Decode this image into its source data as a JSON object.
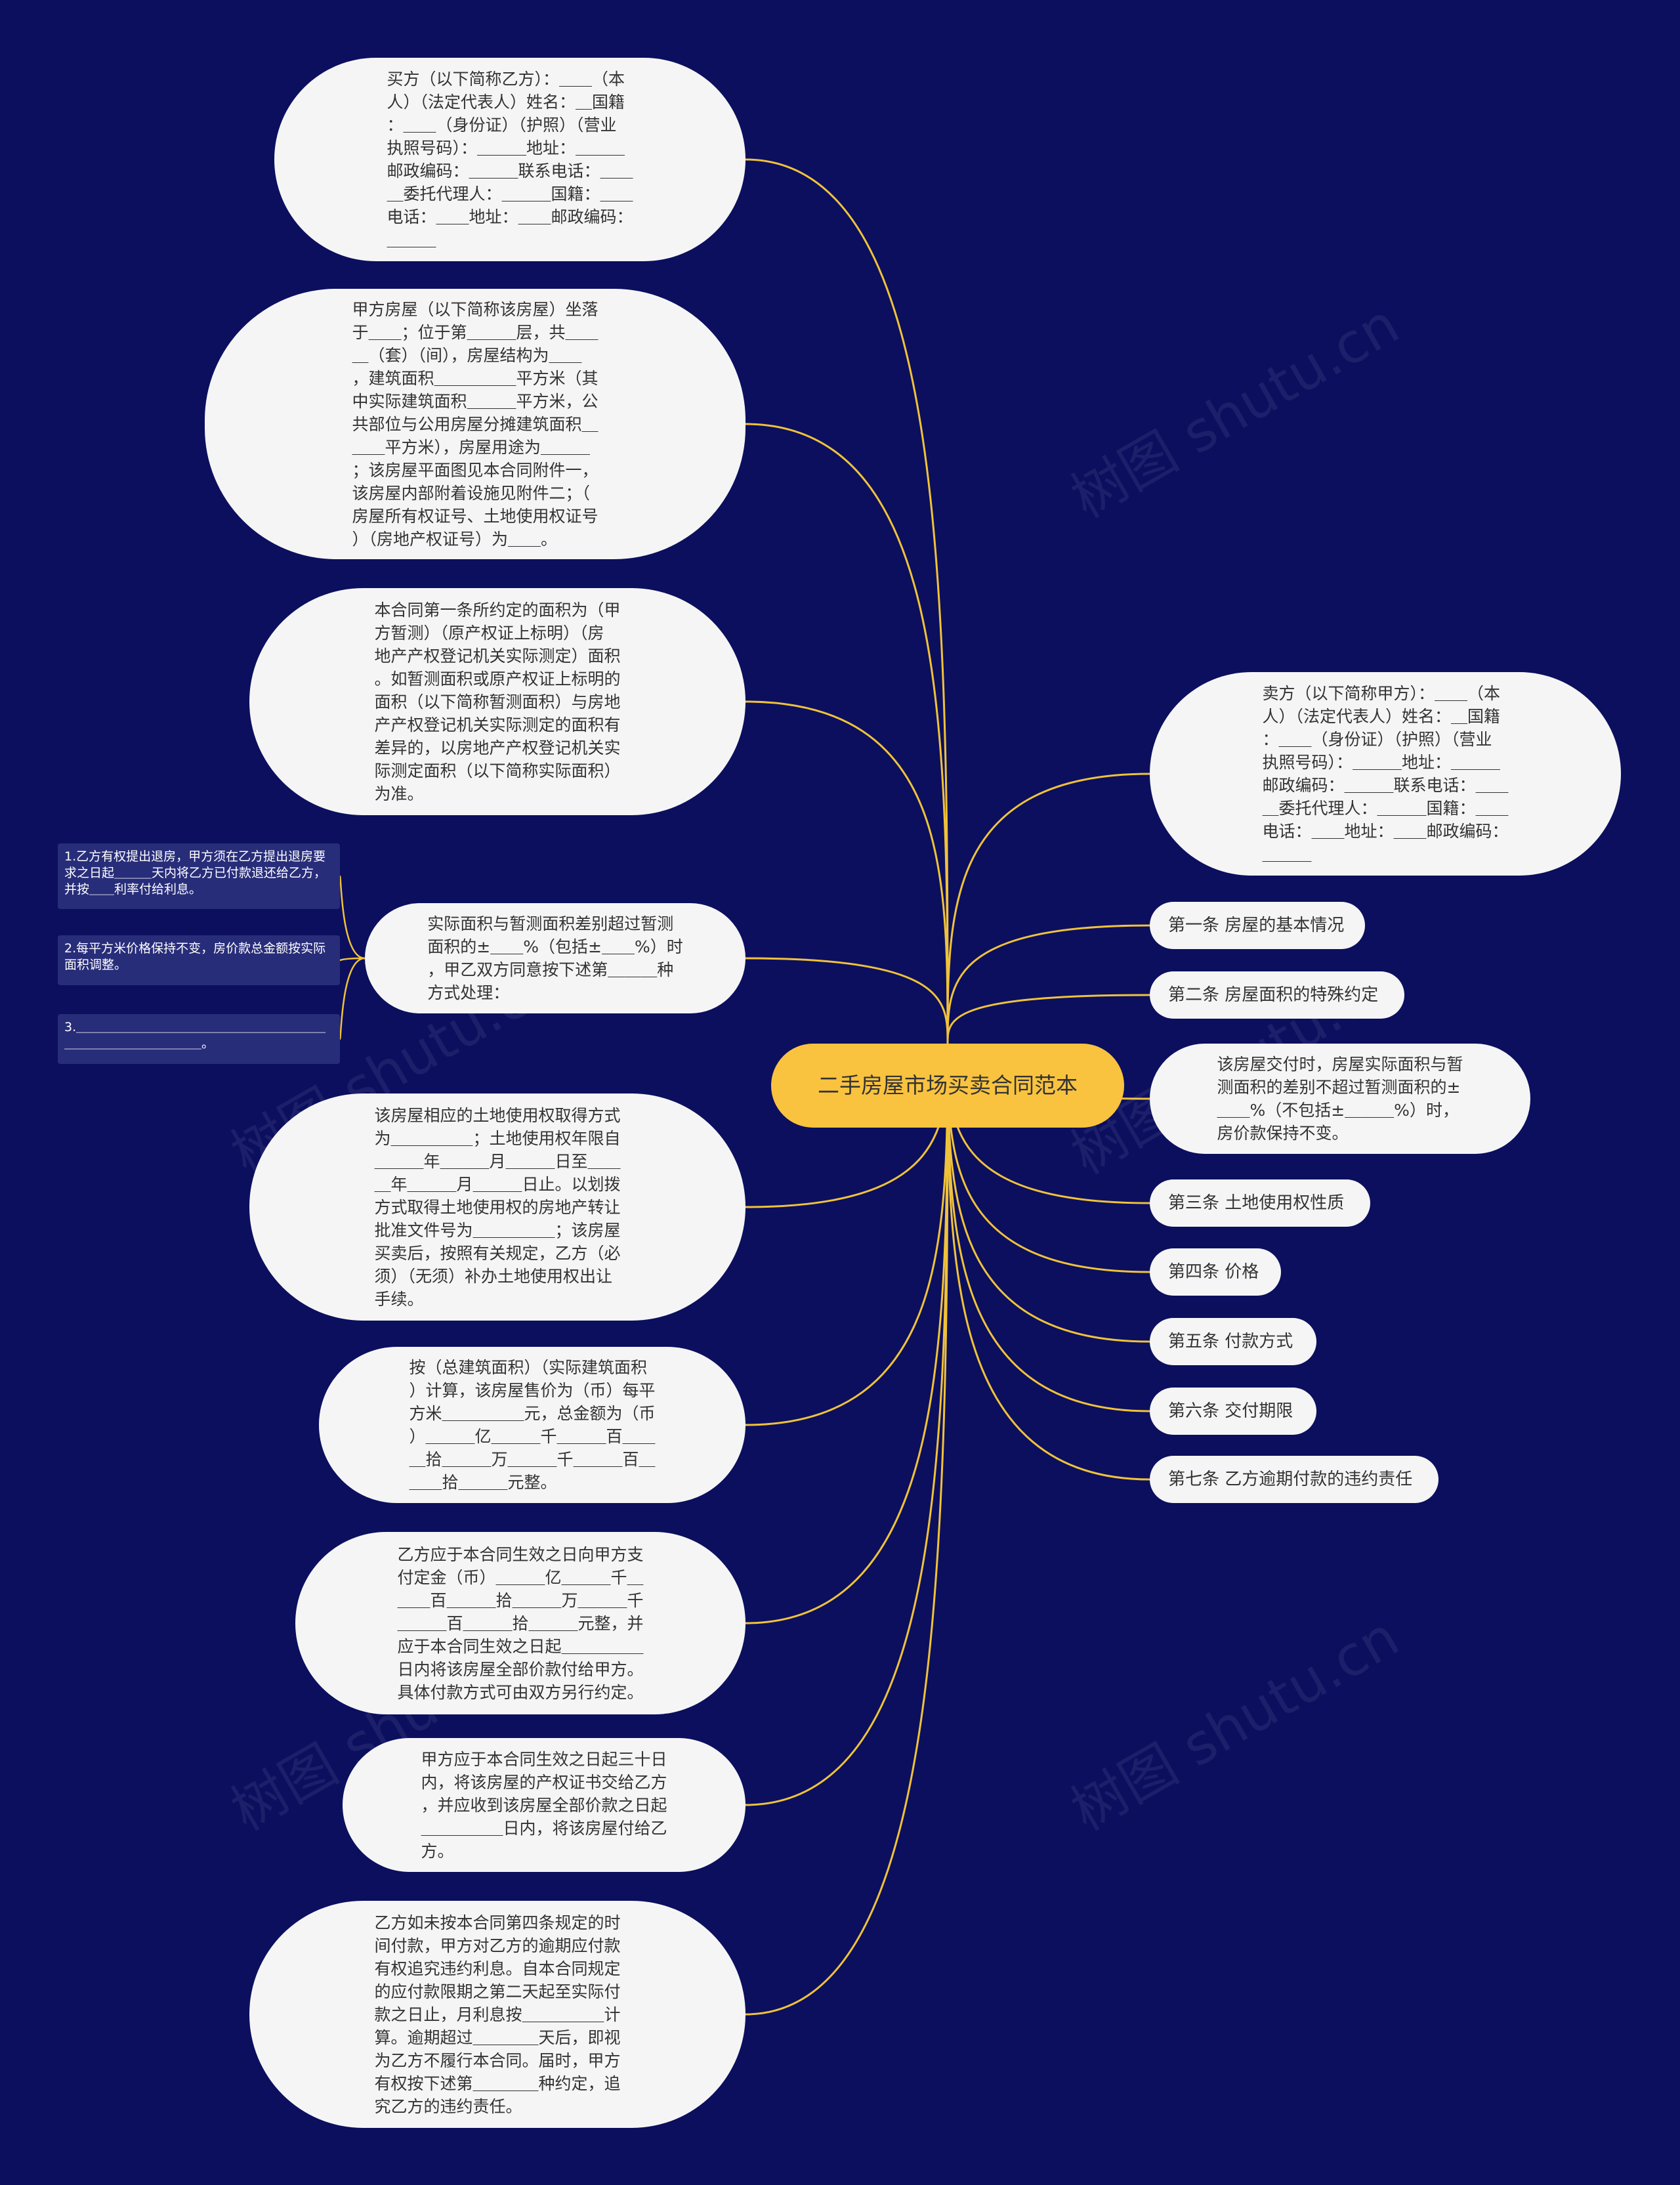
{
  "center": {
    "label": "二手房屋市场买卖合同范本"
  },
  "right_nodes": [
    {
      "id": "seller",
      "text": "卖方（以下简称甲方）：＿＿（本\n人）（法定代表人）姓名：＿国籍\n：＿＿（身份证）（护照）（营业\n执照号码）：＿＿＿地址：＿＿＿\n邮政编码：＿＿＿联系电话：＿＿\n＿委托代理人：＿＿＿国籍：＿＿\n电话：＿＿地址：＿＿邮政编码：\n＿＿＿"
    },
    {
      "id": "art1",
      "text": "第一条 房屋的基本情况"
    },
    {
      "id": "art2",
      "text": "第二条 房屋面积的特殊约定"
    },
    {
      "id": "delivery",
      "text": "该房屋交付时，房屋实际面积与暂\n测面积的差别不超过暂测面积的±\n＿＿%（不包括±＿＿＿%）时，\n房价款保持不变。"
    },
    {
      "id": "art3",
      "text": "第三条 土地使用权性质"
    },
    {
      "id": "art4",
      "text": "第四条 价格"
    },
    {
      "id": "art5",
      "text": "第五条 付款方式"
    },
    {
      "id": "art6",
      "text": "第六条 交付期限"
    },
    {
      "id": "art7",
      "text": "第七条 乙方逾期付款的违约责任"
    }
  ],
  "left_nodes": [
    {
      "id": "buyer",
      "text": "买方（以下简称乙方）：＿＿（本\n人）（法定代表人）姓名：＿国籍\n：＿＿（身份证）（护照）（营业\n执照号码）：＿＿＿地址：＿＿＿\n邮政编码：＿＿＿联系电话：＿＿\n＿委托代理人：＿＿＿国籍：＿＿\n电话：＿＿地址：＿＿邮政编码：\n＿＿＿"
    },
    {
      "id": "house",
      "text": "甲方房屋（以下简称该房屋）坐落\n于＿＿；位于第＿＿＿层，共＿＿\n＿（套）（间），房屋结构为＿＿\n，建筑面积＿＿＿＿＿平方米（其\n中实际建筑面积＿＿＿平方米，公\n共部位与公用房屋分摊建筑面积＿\n＿＿平方米），房屋用途为＿＿＿\n；该房屋平面图见本合同附件一，\n该房屋内部附着设施见附件二；（\n房屋所有权证号、土地使用权证号\n）（房地产权证号）为＿＿。"
    },
    {
      "id": "area",
      "text": "本合同第一条所约定的面积为（甲\n方暂测）（原产权证上标明）（房\n地产产权登记机关实际测定）面积\n。如暂测面积或原产权证上标明的\n面积（以下简称暂测面积）与房地\n产产权登记机关实际测定的面积有\n差异的，以房地产产权登记机关实\n际测定面积（以下简称实际面积）\n为准。"
    },
    {
      "id": "diff",
      "text": "实际面积与暂测面积差别超过暂测\n面积的±＿＿%（包括±＿＿%）时\n，甲乙双方同意按下述第＿＿＿种\n方式处理："
    },
    {
      "id": "land",
      "text": "该房屋相应的土地使用权取得方式\n为＿＿＿＿＿；土地使用权年限自\n＿＿＿年＿＿＿月＿＿＿日至＿＿\n＿年＿＿＿月＿＿＿日止。以划拨\n方式取得土地使用权的房地产转让\n批准文件号为＿＿＿＿＿；该房屋\n买卖后，按照有关规定，乙方（必\n须）（无须）补办土地使用权出让\n手续。"
    },
    {
      "id": "price",
      "text": "按（总建筑面积）（实际建筑面积\n）计算，该房屋售价为（币）每平\n方米＿＿＿＿＿元，总金额为（币\n）＿＿＿亿＿＿＿千＿＿＿百＿＿\n＿拾＿＿＿万＿＿＿千＿＿＿百＿\n＿＿拾＿＿＿元整。"
    },
    {
      "id": "pay",
      "text": "乙方应于本合同生效之日向甲方支\n付定金（币）＿＿＿亿＿＿＿千＿\n＿＿百＿＿＿拾＿＿＿万＿＿＿千\n＿＿＿百＿＿＿拾＿＿＿元整，并\n应于本合同生效之日起＿＿＿＿＿\n日内将该房屋全部价款付给甲方。\n具体付款方式可由双方另行约定。"
    },
    {
      "id": "handover",
      "text": "甲方应于本合同生效之日起三十日\n内，将该房屋的产权证书交给乙方\n，并应收到该房屋全部价款之日起\n＿＿＿＿＿日内，将该房屋付给乙\n方。"
    },
    {
      "id": "late",
      "text": "乙方如未按本合同第四条规定的时\n间付款，甲方对乙方的逾期应付款\n有权追究违约利息。自本合同规定\n的应付款限期之第二天起至实际付\n款之日止，月利息按＿＿＿＿＿计\n算。逾期超过＿＿＿＿天后，即视\n为乙方不履行本合同。届时，甲方\n有权按下述第＿＿＿＿种约定，追\n究乙方的违约责任。"
    }
  ],
  "sub_nodes": [
    {
      "id": "opt1",
      "text": "1.乙方有权提出退房，甲方须在乙方提出退房要求之日起＿＿＿天内将乙方已付款退还给乙方，并按＿＿利率付给利息。"
    },
    {
      "id": "opt2",
      "text": "2.每平方米价格保持不变，房价款总金额按实际面积调整。"
    },
    {
      "id": "opt3",
      "text": "3.＿＿＿＿＿＿＿＿＿＿＿＿＿＿＿＿＿＿＿＿＿＿＿＿＿＿＿＿＿＿＿。"
    }
  ],
  "colors": {
    "background": "#0b0f5e",
    "center": "#f9c33f",
    "line": "#f0c23a",
    "node": "#f5f5f5",
    "sub_node": "#282d7a"
  }
}
